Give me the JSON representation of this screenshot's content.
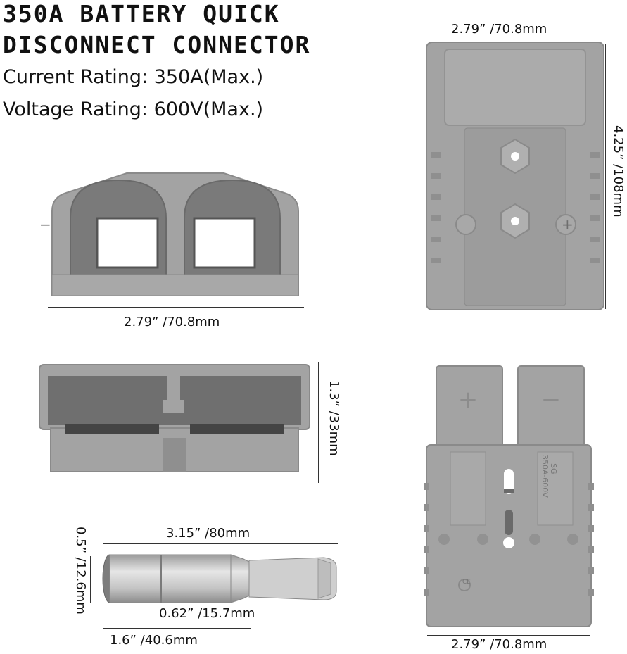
{
  "title_line1": "350A BATTERY QUICK",
  "title_line2": "DISCONNECT CONNECTOR",
  "specs": {
    "current": "Current Rating: 350A(Max.)",
    "voltage": "Voltage Rating: 600V(Max.)"
  },
  "dimensions": {
    "top_width": "2.79”  /70.8mm",
    "right_height": "4.25”  /108mm",
    "front_width": "2.79”  /70.8mm",
    "side_height": "1.3”  /33mm",
    "bottom_width": "2.79”  /70.8mm",
    "pin_length": "3.15”  /80mm",
    "pin_diameter": "0.5”  /12.6mm",
    "pin_mid": "0.62”  /15.7mm",
    "pin_barrel": "1.6”  /40.6mm"
  },
  "markings": {
    "plus": "+",
    "minus": "−",
    "model": "SG",
    "rating": "350A-600V",
    "ce": "CE"
  },
  "colors": {
    "housing": "#a3a3a3",
    "housing_dark": "#8a8a8a",
    "pin": "#c8c8c8"
  }
}
